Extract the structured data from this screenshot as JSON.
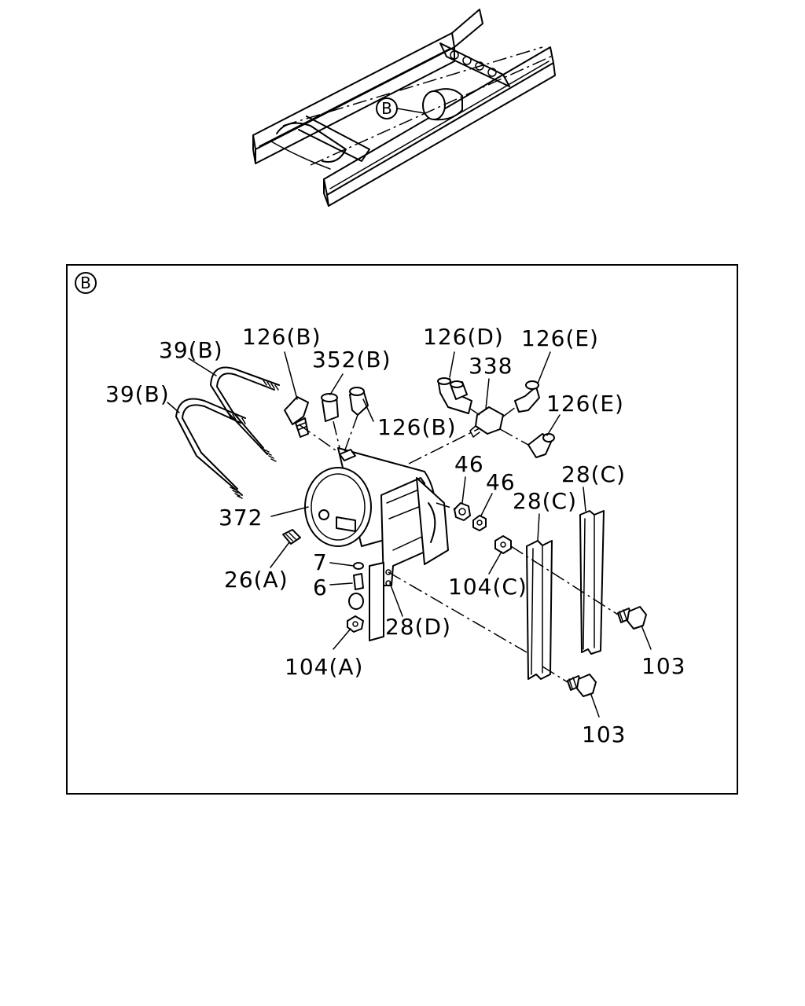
{
  "overview": {
    "callout": "B"
  },
  "detail": {
    "callout": "B"
  },
  "labels": {
    "l39a": "39(B)",
    "l39b": "39(B)",
    "l126b1": "126(B)",
    "l352": "352(B)",
    "l126b2": "126(B)",
    "l126d": "126(D)",
    "l338": "338",
    "l126e1": "126(E)",
    "l126e2": "126(E)",
    "l372": "372",
    "l46a": "46",
    "l46b": "46",
    "l28c1": "28(C)",
    "l28c2": "28(C)",
    "l26a": "26(A)",
    "l7": "7",
    "l6": "6",
    "l104c": "104(C)",
    "l28d": "28(D)",
    "l104a": "104(A)",
    "l103a": "103",
    "l103b": "103"
  }
}
